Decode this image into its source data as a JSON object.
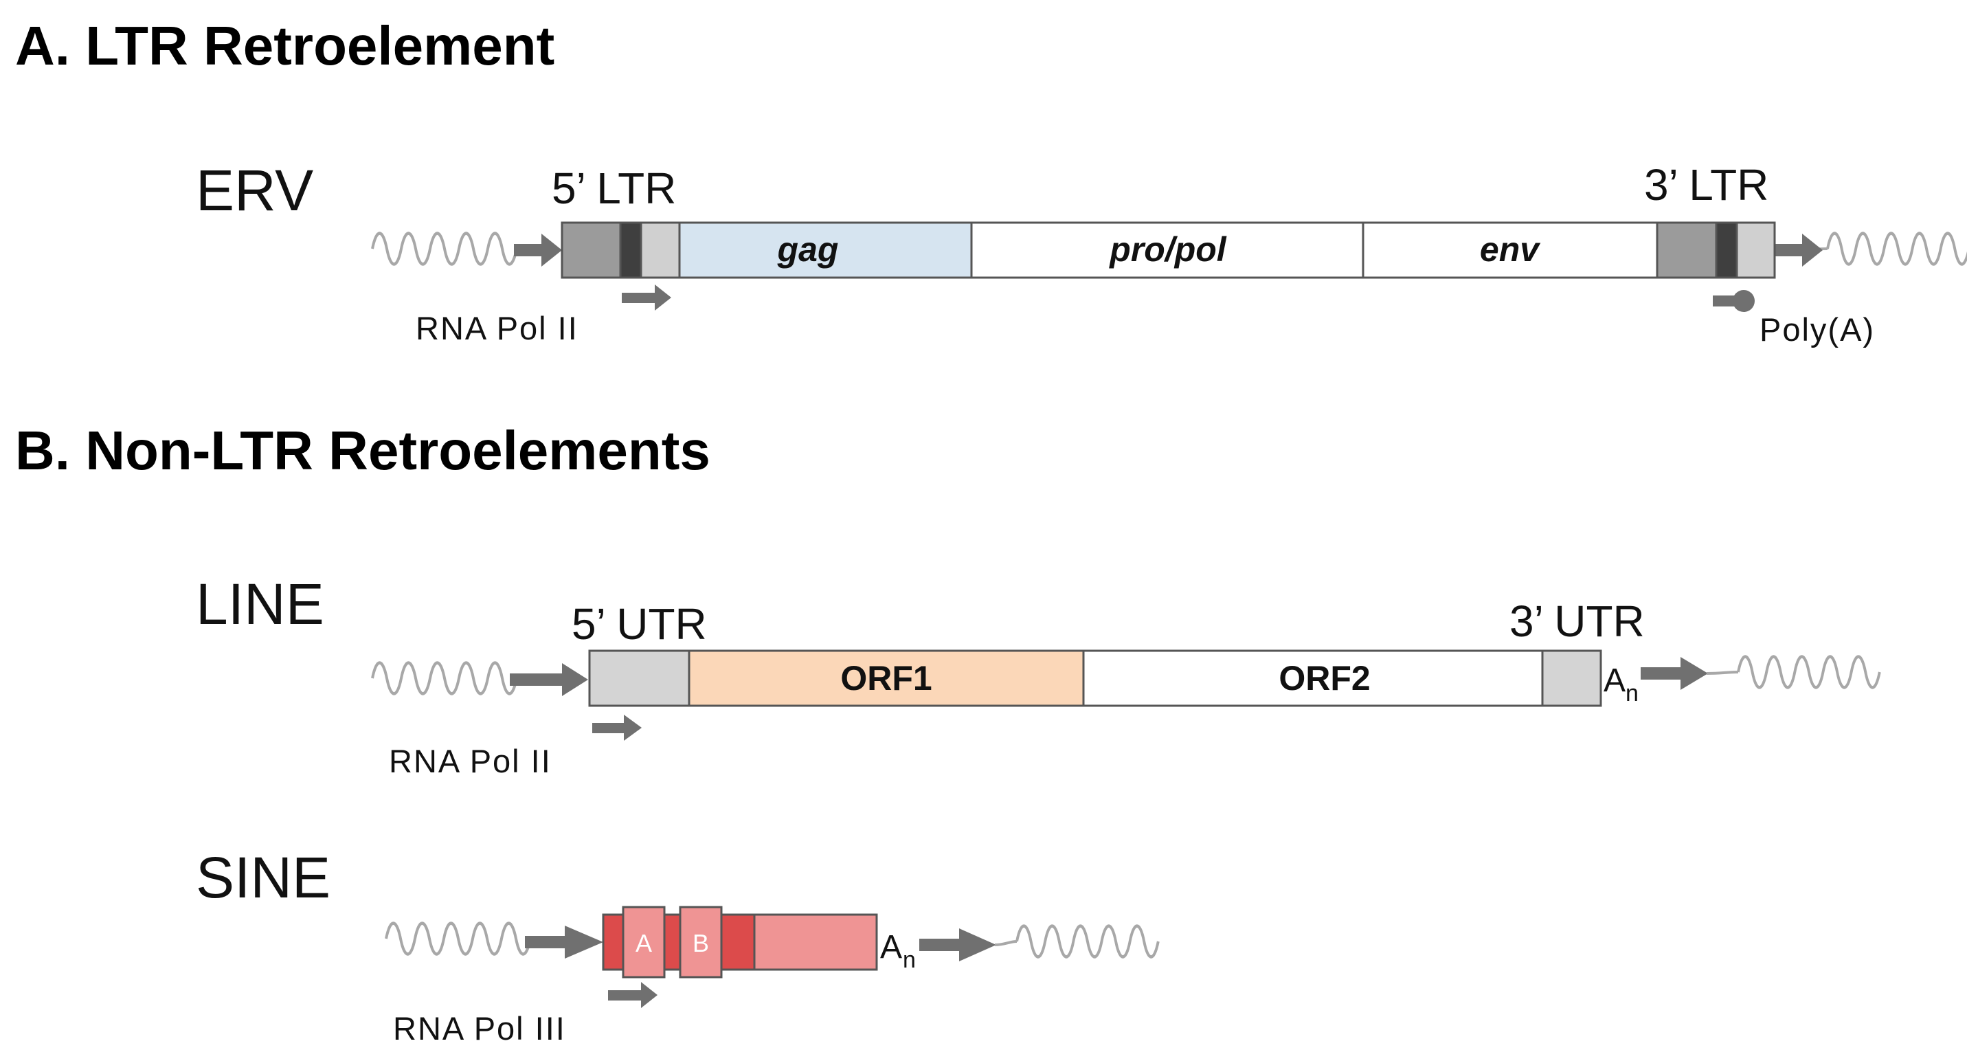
{
  "sections": {
    "a_title": "A. LTR Retroelement",
    "b_title": "B. Non-LTR Retroelements"
  },
  "erv": {
    "name": "ERV",
    "ltr5_label": "5’ LTR",
    "ltr3_label": "3’ LTR",
    "promoter_label": "RNA Pol II",
    "polya_label": "Poly(A)",
    "genes": {
      "gag": "gag",
      "propol": "pro/pol",
      "env": "env"
    }
  },
  "line": {
    "name": "LINE",
    "utr5_label": "5’ UTR",
    "utr3_label": "3’ UTR",
    "promoter_label": "RNA Pol II",
    "orf1": "ORF1",
    "orf2": "ORF2",
    "tail": "A",
    "tail_sub": "n"
  },
  "sine": {
    "name": "SINE",
    "promoter_label": "RNA Pol III",
    "box_a": "A",
    "box_b": "B",
    "tail": "A",
    "tail_sub": "n"
  },
  "colors": {
    "ltr_dark": "#9b9b9b",
    "ltr_black": "#3f3f3f",
    "ltr_light": "#d0d0d0",
    "gag_fill": "#d6e4f0",
    "orf1_fill": "#fbd7b8",
    "utr_fill": "#d4d4d4",
    "sine_dark": "#dc4b4b",
    "sine_light": "#ef9494",
    "arrow": "#707070",
    "wave": "#a8a8a8"
  }
}
